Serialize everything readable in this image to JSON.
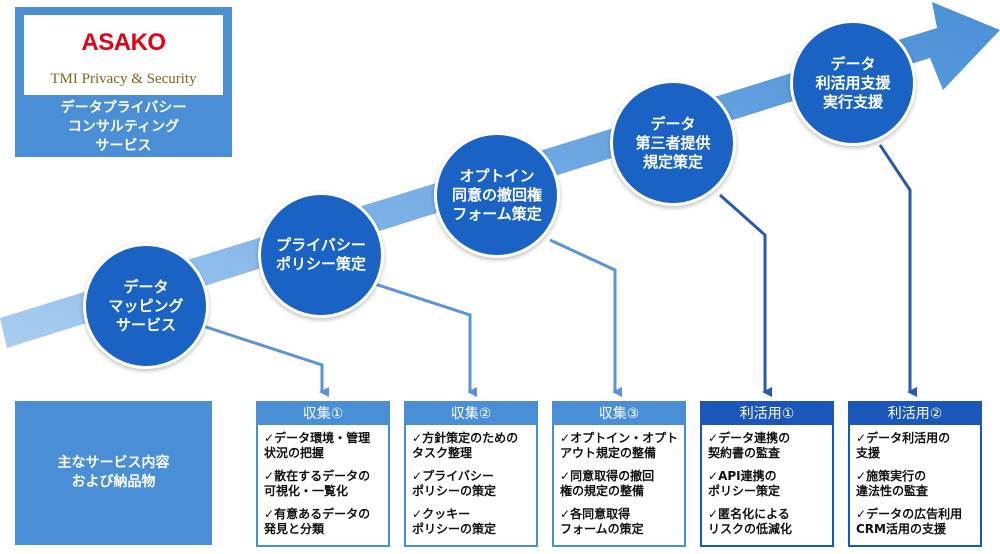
{
  "brand": {
    "logo_text": "ASAKO",
    "logo_subtext": "TMI  Privacy & Security",
    "title": "データプライバシー\nコンサルティング\nサービス"
  },
  "steps": [
    {
      "label": "データ\nマッピング\nサービス"
    },
    {
      "label": "プライバシー\nポリシー策定"
    },
    {
      "label": "オプトイン\n同意の撤回権\nフォーム策定"
    },
    {
      "label": "データ\n第三者提供\n規定策定"
    },
    {
      "label": "データ\n利活用支援\n実行支援"
    }
  ],
  "deliverables_label": "主なサービス内容\nおよび納品物",
  "check_mark": "✓",
  "cards": [
    {
      "title": "収集①",
      "items": [
        "データ環境・管理\n状況の把握",
        "散在するデータの\n可視化・一覧化",
        "有意あるデータの\n発見と分類"
      ]
    },
    {
      "title": "収集②",
      "items": [
        "方針策定のための\nタスク整理",
        "プライバシー\nポリシーの策定",
        "クッキー\nポリシーの策定"
      ]
    },
    {
      "title": "収集③",
      "items": [
        "オプトイン・オプト\nアウト規定の整備",
        "同意取得の撤回\n権の規定の整備",
        "各同意取得\nフォームの策定"
      ]
    },
    {
      "title": "利活用①",
      "items": [
        "データ連携の\n契約書の監査",
        "API連携の\nポリシー策定",
        "匿名化による\nリスクの低減化"
      ]
    },
    {
      "title": "利活用②",
      "items": [
        "データ利活用の\n支援",
        "施策実行の\n違法性の監査",
        "データの広告利用\nCRM活用の支援"
      ]
    }
  ],
  "colors": {
    "arrow": "#4a8fd6",
    "circle": "#1a63c4",
    "connector_light": "#5b93d8",
    "connector_dark": "#2a5aa8",
    "card_light": "#4a8fd6",
    "card_dark": "#1a57b8"
  }
}
